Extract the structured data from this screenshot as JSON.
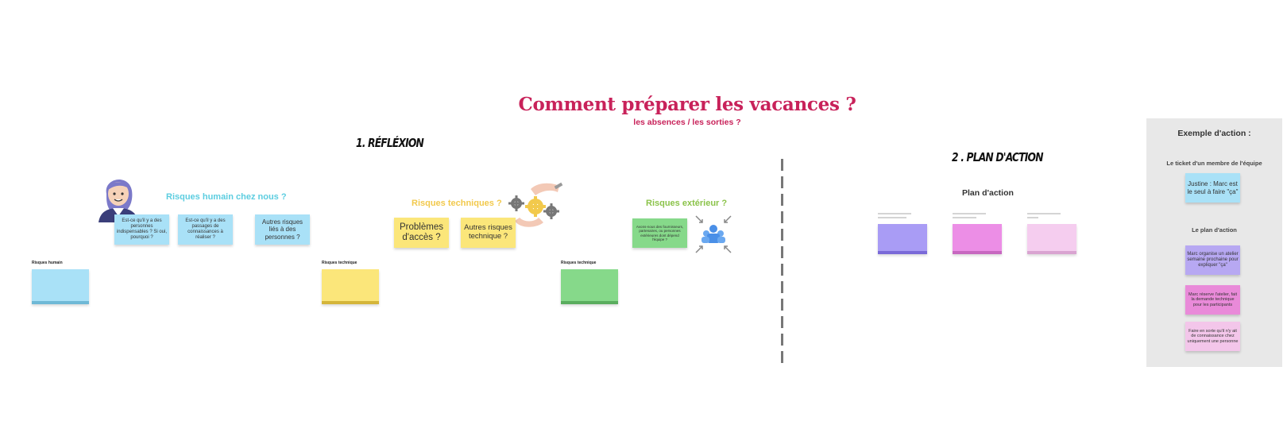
{
  "header": {
    "title": "Comment préparer les vacances ?",
    "subtitle": "les absences / les sorties ?"
  },
  "sections": {
    "reflexion": "1. RÉFLÉXION",
    "plan_action": "2 . PLAN D'ACTION"
  },
  "reflexion": {
    "human": {
      "title": "Risques humain chez nous ?",
      "color": "#5ccde0",
      "notes": [
        "Est-ce qu'il y a des personnes indispensables ? Si oui, pourquoi ?",
        "Est-ce qu'il y a des passages de connaissances à réaliser ?",
        "Autres risques liés à des personnes ?"
      ],
      "pile_label": "Risques humain"
    },
    "technical": {
      "title": "Risques techniques ?",
      "color": "#f2c94c",
      "notes": [
        "Problèmes d'accès ?",
        "Autres risques technique ?"
      ],
      "pile_label": "Risques technique"
    },
    "external": {
      "title": "Risques extérieur ?",
      "color": "#8bc34a",
      "notes": [
        "Avons-nous des fournisseurs, partenaires, ou personnes extérieures dont dépend l'équipe ?"
      ],
      "pile_label": "Risques technique"
    }
  },
  "plan": {
    "title": "Plan d'action",
    "piles": [
      {
        "color": "#a99cf5"
      },
      {
        "color": "#ec8ee6"
      },
      {
        "color": "#f5cdef"
      }
    ]
  },
  "example_panel": {
    "title": "Exemple d'action :",
    "ticket_label": "Le ticket d'un membre de l'équipe",
    "ticket_note": "Justine : Marc est le seul à faire \"ça\"",
    "plan_label": "Le plan d'action",
    "action_notes": [
      "Marc organise un atelier semaine prochaine pour expliquer \"ça\"",
      "Marc réserve l'atelier, fait la demande technique pour les participants",
      "Faire en sorte qu'il n'y ait de connaissance chez uniquement une personne"
    ]
  },
  "colors": {
    "title": "#c8225a",
    "blue_note": "#a9e1f7",
    "yellow_note": "#fbe67a",
    "green_note": "#86d98a",
    "purple_note": "#b7a8f2",
    "pink_note": "#e98ad9",
    "light_pink_note": "#f3c6ea",
    "panel_bg": "#e8e8e8"
  }
}
